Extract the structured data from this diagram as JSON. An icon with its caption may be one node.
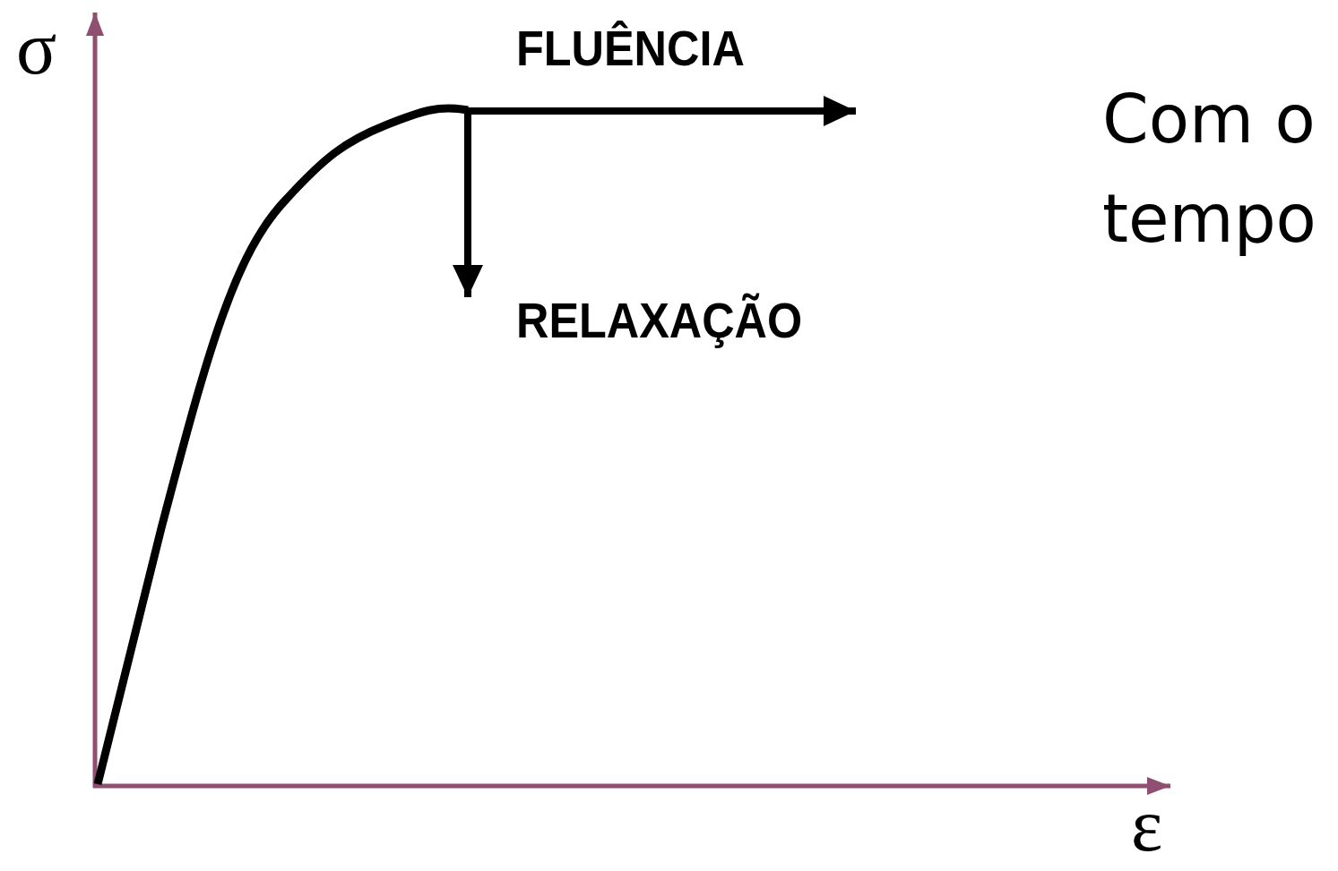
{
  "diagram": {
    "labels": [
      "σ",
      "FLUÊNCIA",
      "Com o tempo",
      "RELAXAÇÃO",
      "ε"
    ]
  }
}
